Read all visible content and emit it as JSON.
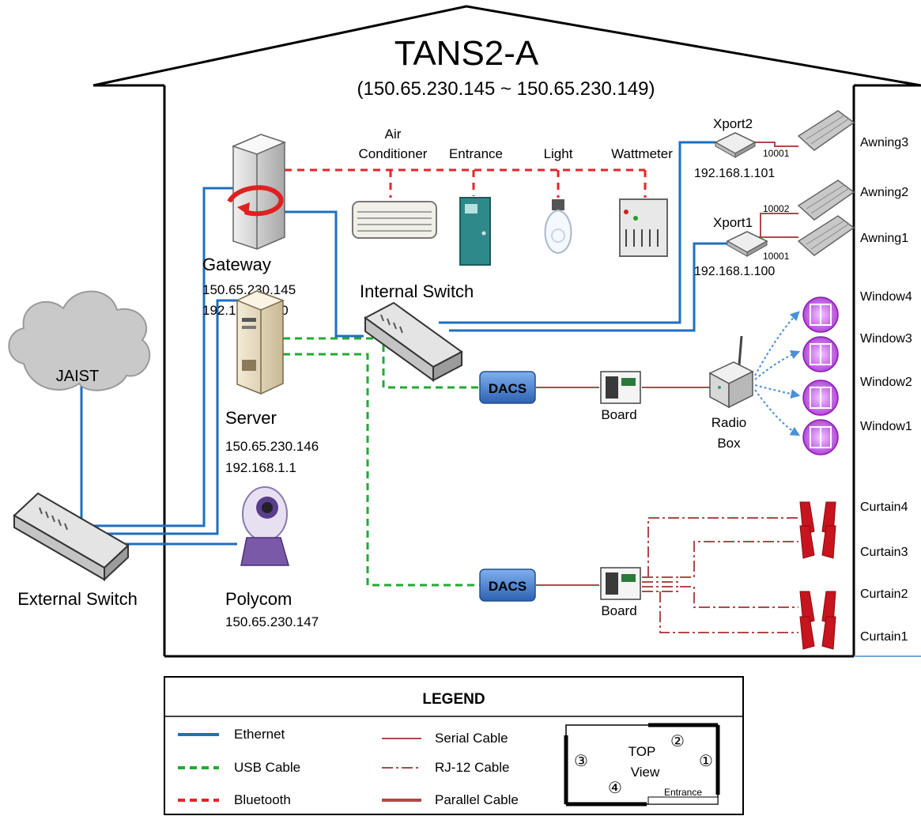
{
  "house": {
    "title": "TANS2-A",
    "ip_range": "(150.65.230.145 ~ 150.65.230.149)"
  },
  "cloud": {
    "label": "JAIST"
  },
  "external_switch": {
    "label": "External Switch"
  },
  "gateway": {
    "label": "Gateway",
    "ip1": "150.65.230.145",
    "ip2": "192.168.1.150"
  },
  "server": {
    "label": "Server",
    "ip1": "150.65.230.146",
    "ip2": "192.168.1.1"
  },
  "polycom": {
    "label": "Polycom",
    "ip": "150.65.230.147"
  },
  "internal_switch": {
    "label": "Internal Switch"
  },
  "devices": {
    "air_conditioner_line1": "Air",
    "air_conditioner_line2": "Conditioner",
    "entrance": "Entrance",
    "light": "Light",
    "wattmeter": "Wattmeter"
  },
  "xport2": {
    "label": "Xport2",
    "ip": "192.168.1.101",
    "port": "10001"
  },
  "xport1": {
    "label": "Xport1",
    "ip": "192.168.1.100",
    "port1": "10002",
    "port2": "10001"
  },
  "awnings": [
    "Awning3",
    "Awning2",
    "Awning1"
  ],
  "windows": [
    "Window4",
    "Window3",
    "Window2",
    "Window1"
  ],
  "curtains": [
    "Curtain4",
    "Curtain3",
    "Curtain2",
    "Curtain1"
  ],
  "dacs_top": "DACS",
  "dacs_bottom": "DACS",
  "board_top": "Board",
  "board_bottom": "Board",
  "radio_box": {
    "line1": "Radio",
    "line2": "Box"
  },
  "legend": {
    "title": "LEGEND",
    "ethernet": "Ethernet",
    "usb": "USB Cable",
    "bluetooth": "Bluetooth",
    "serial": "Serial Cable",
    "rj12": "RJ-12 Cable",
    "parallel": "Parallel Cable",
    "top_view_line1": "TOP",
    "top_view_line2": "View",
    "entrance": "Entrance",
    "n1": "①",
    "n2": "②",
    "n3": "③",
    "n4": "④"
  },
  "colors": {
    "ethernet": "#1f6fbf",
    "usb": "#22aa33",
    "bluetooth": "#e8232a",
    "serial": "#b04848",
    "dacs": "#3a78c8",
    "window": "#b03ad8",
    "curtain": "#c8141e"
  }
}
